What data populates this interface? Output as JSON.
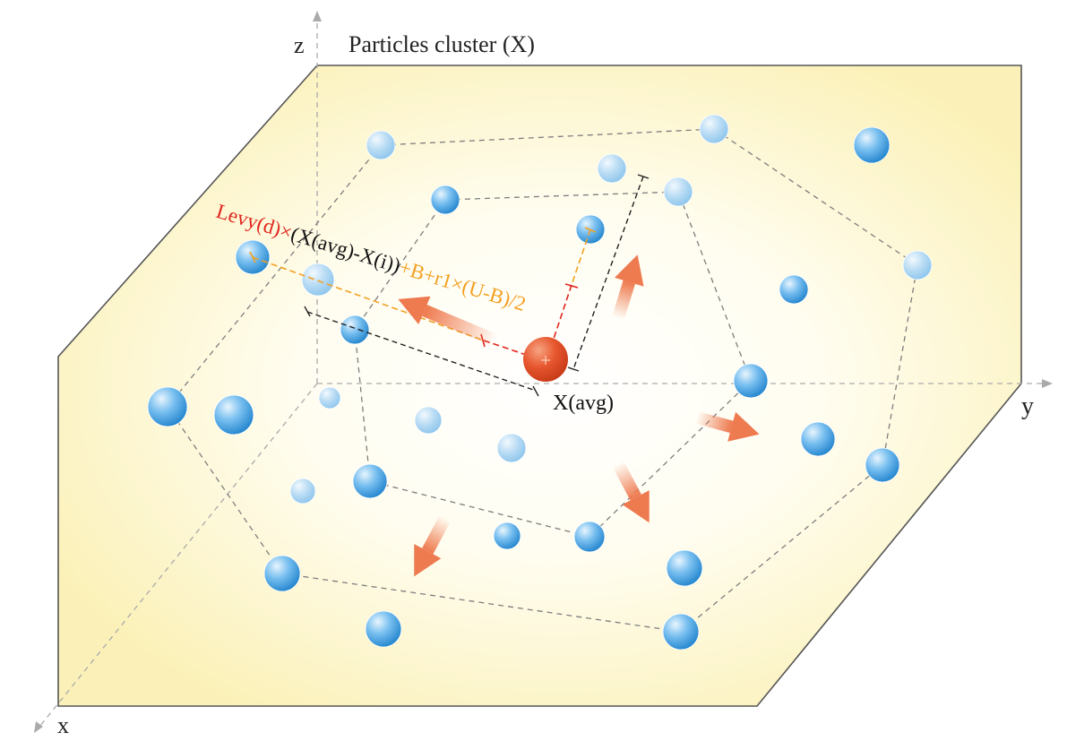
{
  "title": "Particles cluster (X)",
  "axes": {
    "z": "z",
    "y": "y",
    "x": "x"
  },
  "center_label": "X(avg)",
  "formula": {
    "part1": "Levy(d)×",
    "part2": "(X(avg)-X(i))",
    "part3": "+B+r1×(U-B)/2"
  },
  "colors": {
    "plane_center": "#ffffff",
    "plane_edge": "#fbf1b8",
    "particle": "#3c9bdc",
    "particle_light": "#a9d3f0",
    "best_particle": "#e2502b",
    "arrow": "#ee7a4f",
    "formula_red": "#e0261e",
    "formula_black": "#111111",
    "formula_orange": "#f2a020"
  }
}
